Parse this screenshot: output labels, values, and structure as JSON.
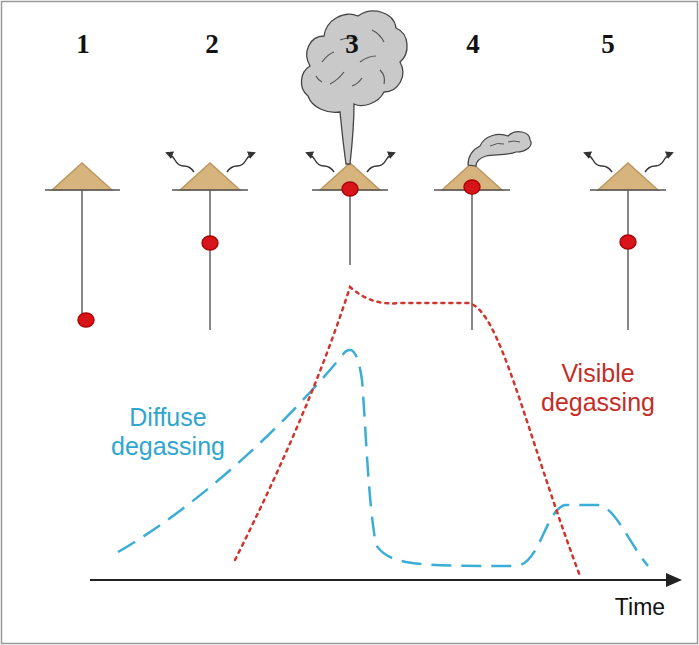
{
  "diagram": {
    "labels": [
      "1",
      "2",
      "3",
      "4",
      "5",
      "Diffuse degassing",
      "Visible degassing",
      "Time"
    ]
  }
}
